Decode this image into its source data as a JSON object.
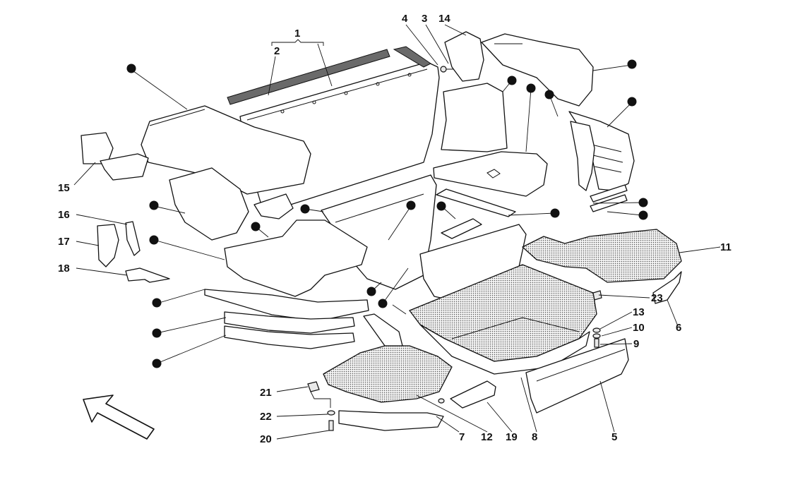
{
  "diagram": {
    "labels": [
      "1",
      "2",
      "3",
      "4",
      "14",
      "15",
      "16",
      "17",
      "18",
      "11",
      "23",
      "13",
      "10",
      "9",
      "6",
      "21",
      "22",
      "20",
      "7",
      "12",
      "19",
      "8",
      "5"
    ]
  },
  "colors": {
    "line": "#111111",
    "background": "#ffffff",
    "fill_shade": "#e9e9e9"
  }
}
